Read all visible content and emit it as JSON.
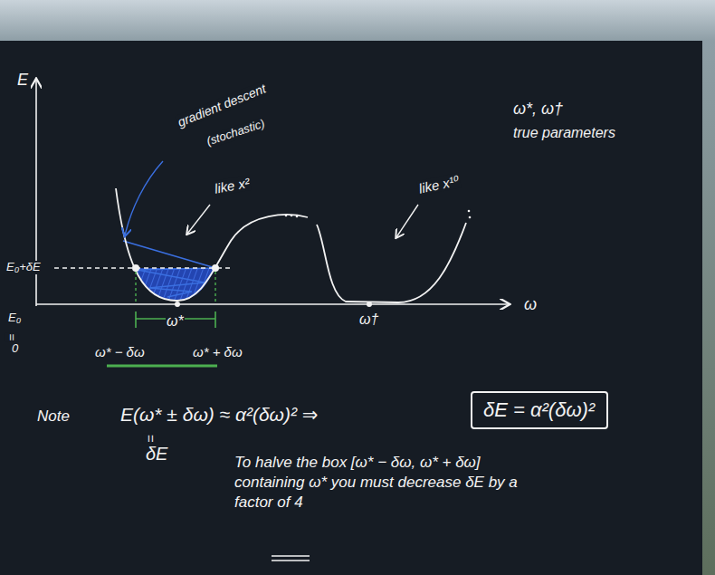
{
  "diagram": {
    "nodes": [
      {
        "text": [
          "δE = α²(δω)²"
        ]
      }
    ],
    "labels": [
      "E",
      "ω*, ω†",
      "true parameters",
      "gradient descent",
      "(stochastic)",
      "like x²",
      "like x¹⁰",
      "E₀+δE",
      "E₀",
      "=",
      "0",
      "ω*",
      "ω†",
      "ω",
      "ω* − δω",
      "ω* + δω",
      "Note",
      "E(ω* ± δω) ≈ α²(δω)² ⇒",
      "=",
      "δE",
      "To halve the box [ω* − δω, ω* + δω] containing ω* you must decrease δE by a factor of 4"
    ]
  }
}
